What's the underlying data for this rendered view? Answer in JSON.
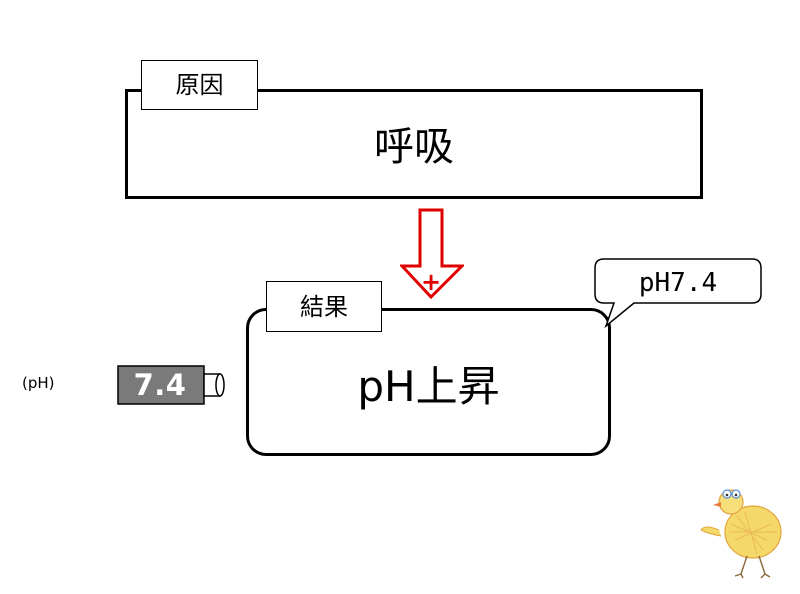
{
  "cause": {
    "tag": "原因",
    "text": "呼吸"
  },
  "result": {
    "tag": "結果",
    "text": "pH上昇"
  },
  "arrow": {
    "sign": "+",
    "color": "#e00000"
  },
  "callout": {
    "text": "pH7.4"
  },
  "meter": {
    "label": "(pH)",
    "value": "7.4",
    "color": "#7a7a7a"
  },
  "decoration": {
    "icon": "chick-icon"
  }
}
